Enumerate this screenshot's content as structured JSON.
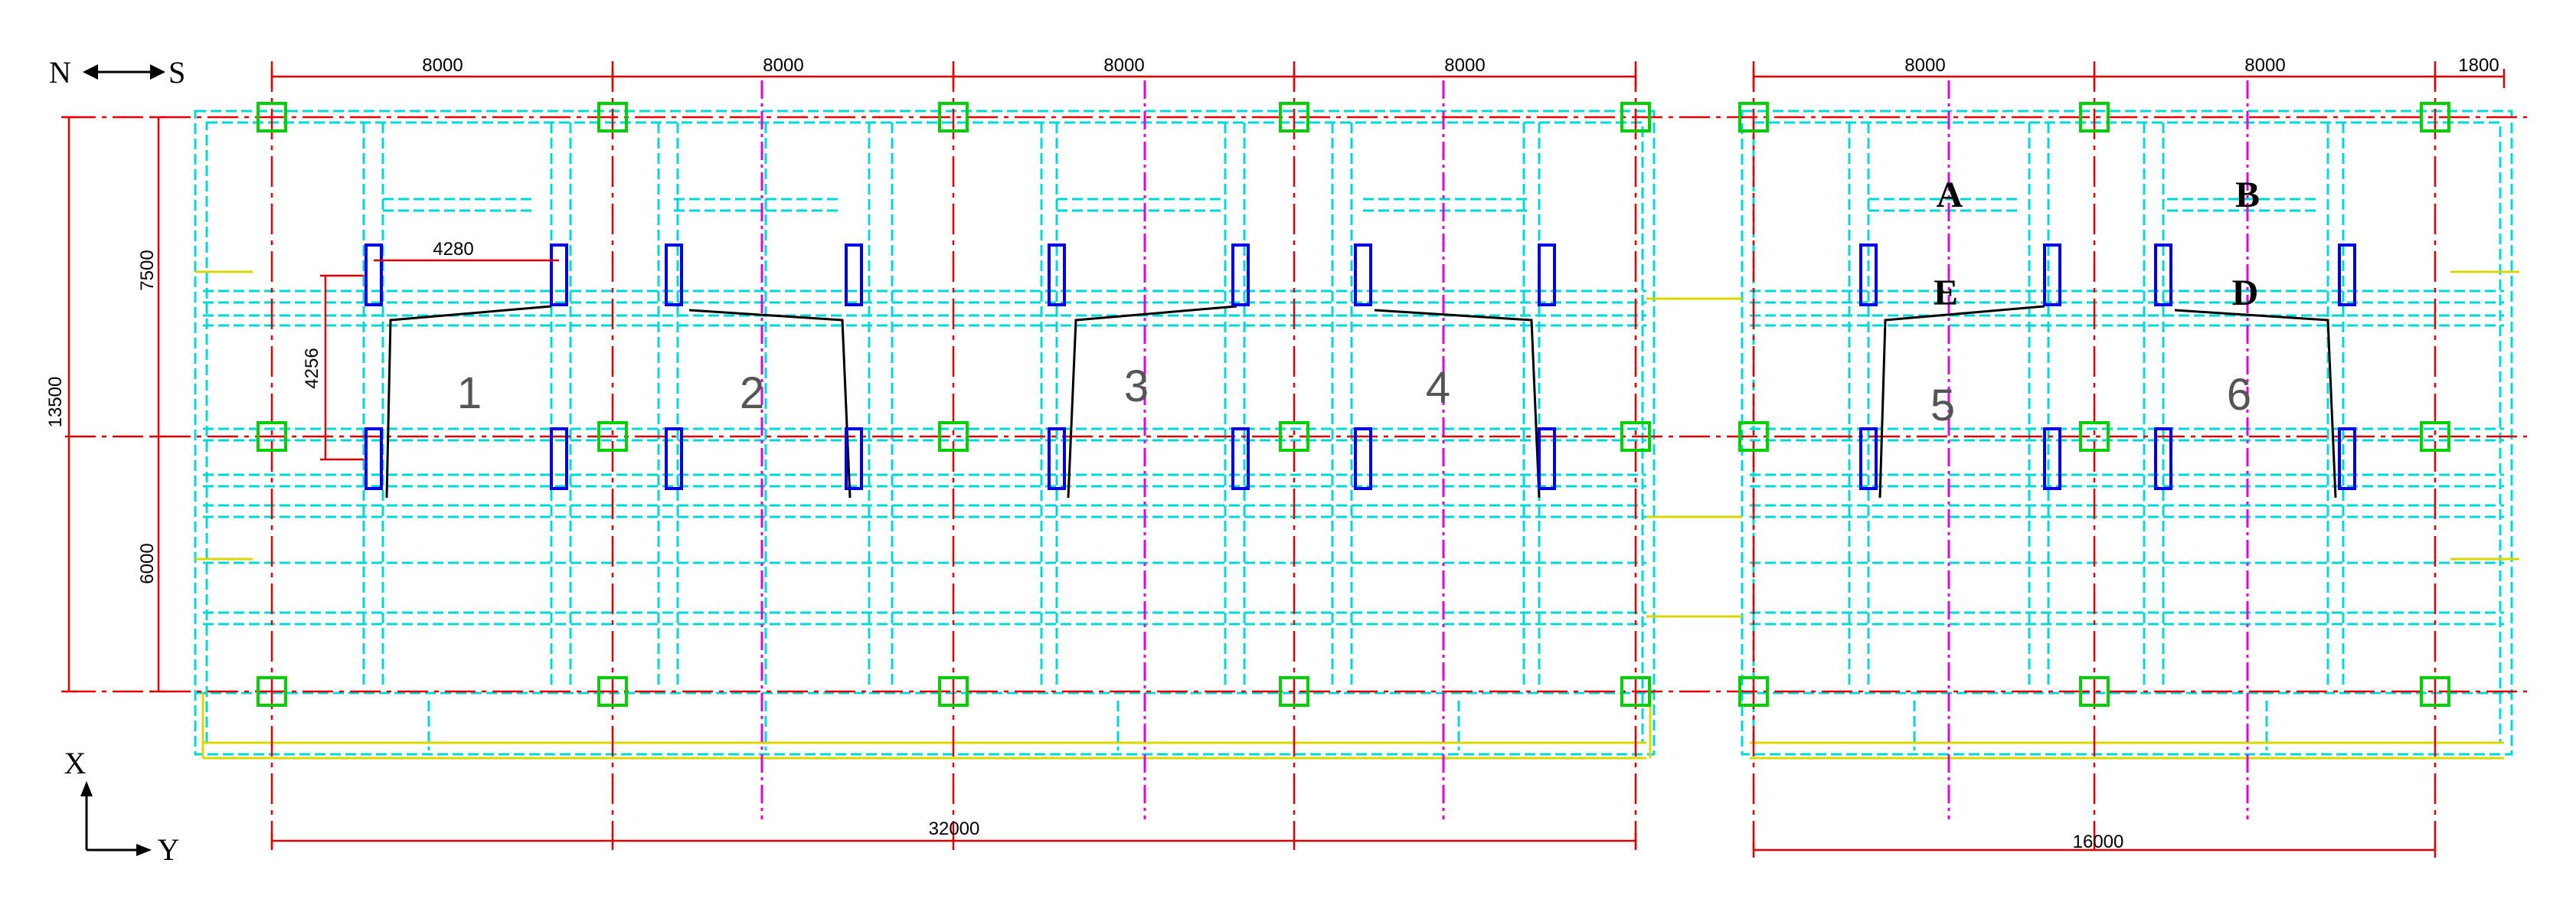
{
  "orientation": {
    "n": "N",
    "s": "S",
    "x": "X",
    "y": "Y"
  },
  "dims": {
    "bays": [
      "8000",
      "8000",
      "8000",
      "8000",
      "8000",
      "8000"
    ],
    "overhang": "1800",
    "total_left": "32000",
    "total_right": "16000",
    "v_total": "13500",
    "v_top": "7500",
    "v_bottom": "6000",
    "support_w": "4280",
    "support_h": "4256"
  },
  "bays": [
    "1",
    "2",
    "3",
    "4",
    "5",
    "6"
  ],
  "points": {
    "A": "A",
    "B": "B",
    "E": "E",
    "D": "D"
  },
  "colors": {
    "axis": "#e00000",
    "beam": "#00d8d8",
    "slab": "#d8d800",
    "center": "#e000e0",
    "column": "#00d000",
    "support": "#0000e0",
    "outline": "#000000"
  }
}
